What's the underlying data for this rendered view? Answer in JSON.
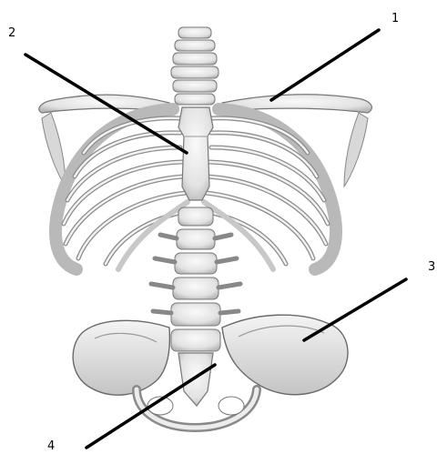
{
  "labels": {
    "one": "1",
    "two": "2",
    "three": "3",
    "four": "4"
  },
  "colors": {
    "bone": "#e8e8e8",
    "bone_shadow": "#9a9a9a",
    "outline": "#6a6a6a",
    "leader_line": "#000000",
    "background": "#ffffff"
  }
}
